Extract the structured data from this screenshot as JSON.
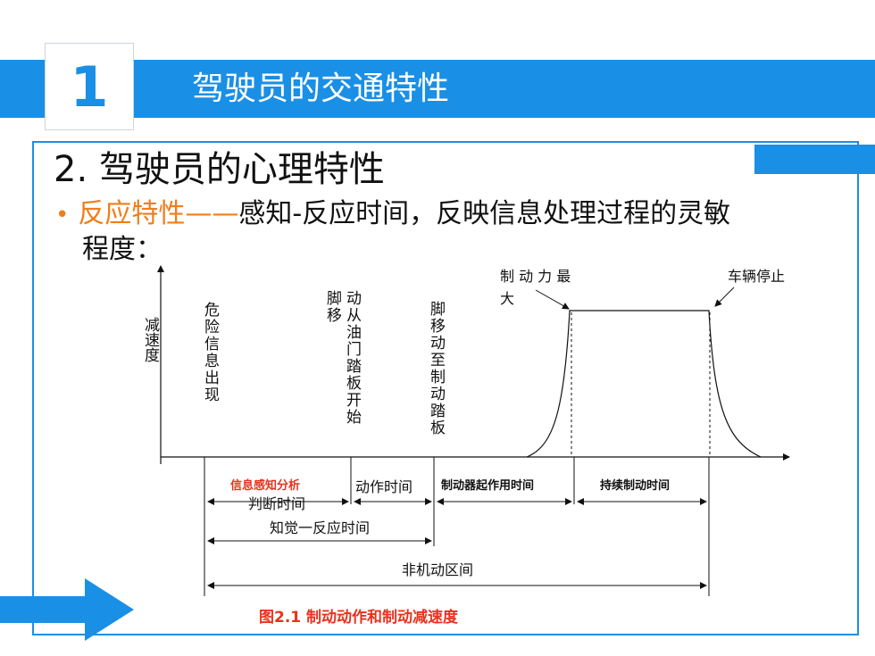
{
  "header": {
    "section_number": "1",
    "title": "驾驶员的交通特性"
  },
  "content": {
    "heading": "2. 驾驶员的心理特性",
    "bullet_highlight": "反应特性——",
    "bullet_rest": "感知-反应时间，反映信息处理过程的灵敏",
    "bullet_line2": "程度："
  },
  "diagram": {
    "y_axis_label": "减速度",
    "event_danger": "危险信息出现",
    "event_foot_move": "脚移动从油门踏板开始",
    "event_foot_brake": "脚移动至制动踏板",
    "max_brake": "制 动 力 最 大",
    "vehicle_stop": "车辆停止",
    "interval_perception": "信息感知分析",
    "interval_judgement": "判断时间",
    "interval_action": "动作时间",
    "interval_brake_onset": "制动器起作用时间",
    "interval_sustained": "持续制动时间",
    "interval_perception_reaction": "知觉一反应时间",
    "interval_non_braking": "非机动区间",
    "caption": "图2.1  制动动作和制动减速度"
  },
  "colors": {
    "brand_blue": "#1a8fe6",
    "highlight_orange": "#f07d1a",
    "caption_red": "#e8321e"
  }
}
